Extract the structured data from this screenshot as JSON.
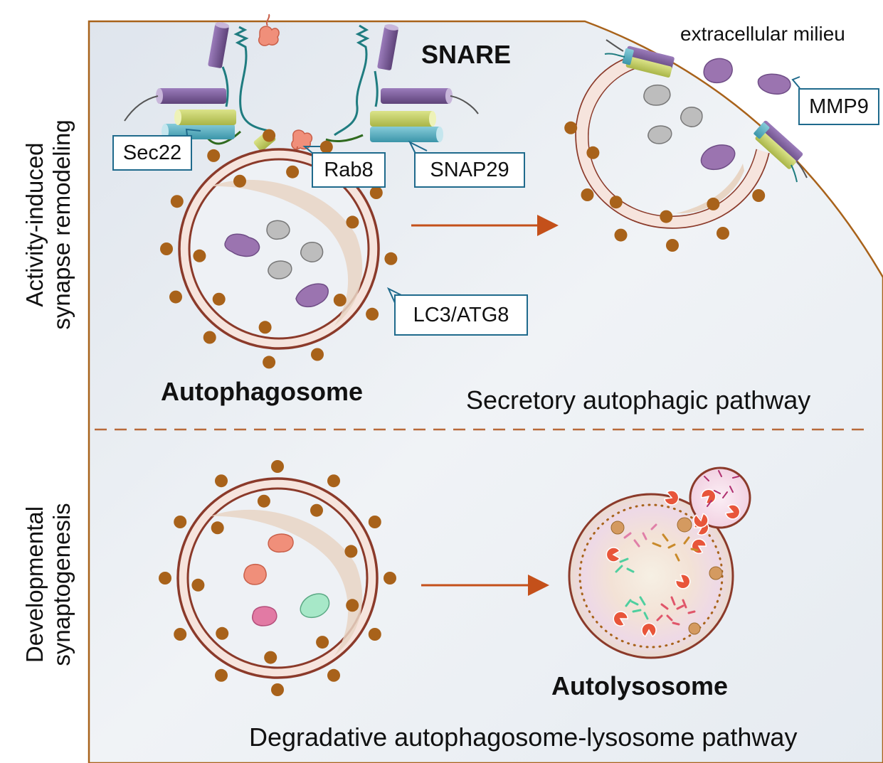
{
  "side_labels": {
    "top_line1": "Activity-induced",
    "top_line2": "synapse remodeling",
    "bottom_line1": "Developmental",
    "bottom_line2": "synaptogenesis"
  },
  "labels": {
    "snare": "SNARE",
    "extracellular": "extracellular milieu",
    "sec22": "Sec22",
    "rab8": "Rab8",
    "snap29": "SNAP29",
    "mmp9": "MMP9",
    "lc3": "LC3/ATG8",
    "autophagosome": "Autophagosome",
    "secretory_pathway": "Secretory autophagic pathway",
    "autolysosome": "Autolysosome",
    "degradative_pathway": "Degradative autophagosome-lysosome pathway"
  },
  "colors": {
    "membrane": "#8b3a2a",
    "lc3_dot": "#a8621a",
    "arrow": "#c4501a",
    "callout_border": "#1f6a8c",
    "snare_purple": "#7b5b9a",
    "snare_yellow": "#c9d36a",
    "snare_teal": "#5fb3c6",
    "cargo_purple": "#9b74b0",
    "cargo_gray": "#bdbdbd",
    "rab8": "#f08f7a",
    "divider": "#b86a3a"
  }
}
